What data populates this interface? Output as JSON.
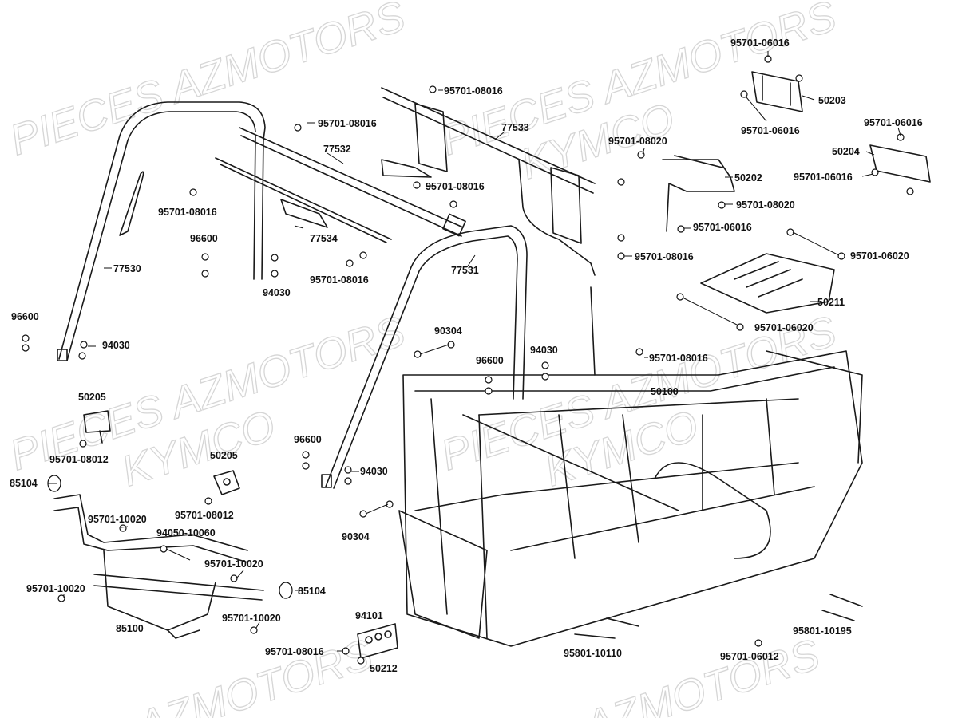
{
  "watermark": {
    "line1": "PIECES AZMOTORS",
    "line2": "KYMCO",
    "line3": "AZMOTORS"
  },
  "labels": {
    "l95701_06016_a": "95701-06016",
    "l50203": "50203",
    "l95701_06016_b": "95701-06016",
    "l95701_06016_c": "95701-06016",
    "l50204": "50204",
    "l95701_06016_d": "95701-06016",
    "l95701_08016_a": "95701-08016",
    "l95701_08016_b": "95701-08016",
    "l77533": "77533",
    "l77532": "77532",
    "l95701_08020_a": "95701-08020",
    "l50202": "50202",
    "l95701_08020_b": "95701-08020",
    "l95701_06016_e": "95701-06016",
    "l95701_08016_c": "95701-08016",
    "l95701_08016_d": "95701-08016",
    "l95701_06020_a": "95701-06020",
    "l95701_08016_e": "95701-08016",
    "l77534": "77534",
    "l96600_a": "96600",
    "l77530": "77530",
    "l77531": "77531",
    "l95701_08016_f": "95701-08016",
    "l94030_a": "94030",
    "l50211": "50211",
    "l95701_06020_b": "95701-06020",
    "l96600_b": "96600",
    "l94030_b": "94030",
    "l90304_a": "90304",
    "l94030_c": "94030",
    "l96600_c": "96600",
    "l95701_08016_g": "95701-08016",
    "l50100": "50100",
    "l50205_a": "50205",
    "l95701_08012_a": "95701-08012",
    "l96600_d": "96600",
    "l94030_d": "94030",
    "l50205_b": "50205",
    "l85104_a": "85104",
    "l95701_08012_b": "95701-08012",
    "l95701_10020_a": "95701-10020",
    "l94050_10060": "94050-10060",
    "l90304_b": "90304",
    "l95701_10020_b": "95701-10020",
    "l95701_10020_c": "95701-10020",
    "l85104_b": "85104",
    "l85100": "85100",
    "l95701_10020_d": "95701-10020",
    "l94101": "94101",
    "l95801_10195": "95801-10195",
    "l95701_08016_h": "95701-08016",
    "l95801_10110": "95801-10110",
    "l95701_06012": "95701-06012",
    "l50212": "50212"
  }
}
